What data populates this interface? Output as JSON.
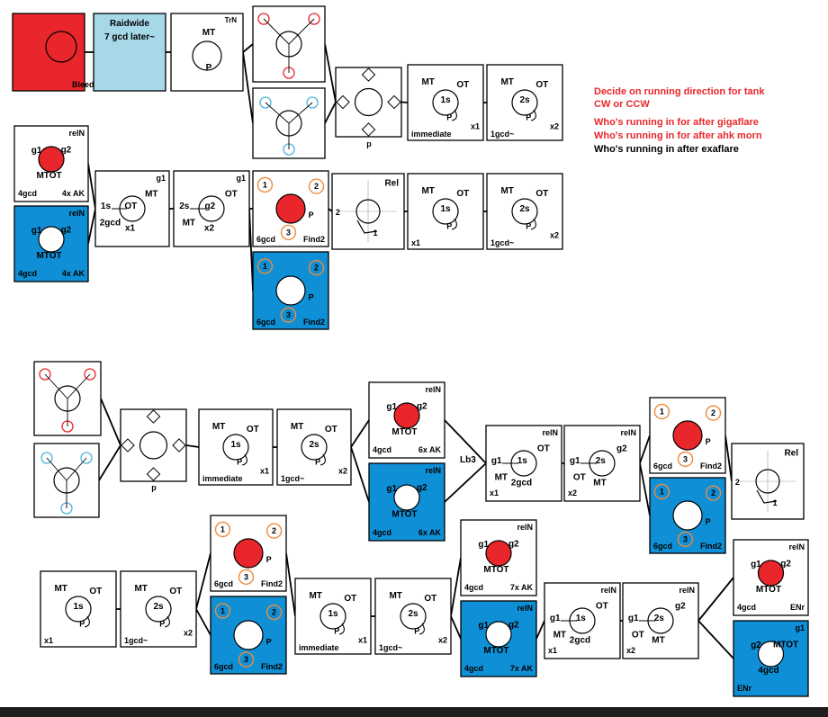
{
  "colors": {
    "red": "#e8262b",
    "blue": "#0f8fd6",
    "lightblue": "#a6d8e8",
    "orange": "#ee8b3a",
    "cyan": "#4fb2e0",
    "ink": "#000000",
    "white": "#ffffff"
  },
  "notes": [
    {
      "text": "Decide on running direction for tank",
      "color": "#e8262b"
    },
    {
      "text": "CW or CCW",
      "color": "#e8262b"
    },
    {
      "text": "Who's running in for after gigaflare",
      "color": "#e8262b"
    },
    {
      "text": "Who's running in for after ahk morn",
      "color": "#e8262b"
    },
    {
      "text": "Who's running in after exaflare",
      "color": "#000000"
    }
  ],
  "boxes": [
    {
      "id": "bleed",
      "kind": "bleed",
      "fill": "red",
      "labels": [
        {
          "t": "Bleed"
        }
      ]
    },
    {
      "id": "raidwide",
      "kind": "plain",
      "fill": "lightblue",
      "labels": [
        {
          "t": "Raidwide"
        },
        {
          "t": "7 gcd later~"
        }
      ]
    },
    {
      "id": "trn",
      "kind": "tether",
      "labels": [
        {
          "t": "TrN"
        },
        {
          "t": "MT"
        },
        {
          "t": "P"
        }
      ]
    },
    {
      "id": "exa-red-1",
      "kind": "exared"
    },
    {
      "id": "exa-blue-1",
      "kind": "exablue"
    },
    {
      "id": "p-1",
      "kind": "p",
      "labels": [
        {
          "t": "p"
        }
      ]
    },
    {
      "id": "imm-1",
      "kind": "timer",
      "labels": [
        {
          "t": "MT"
        },
        {
          "t": "OT"
        },
        {
          "t": "1s"
        },
        {
          "t": "P"
        },
        {
          "t": "immediate"
        },
        {
          "t": "x1"
        }
      ]
    },
    {
      "id": "gcd-1",
      "kind": "timer",
      "labels": [
        {
          "t": "MT"
        },
        {
          "t": "OT"
        },
        {
          "t": "2s"
        },
        {
          "t": "P"
        },
        {
          "t": "1gcd~"
        },
        {
          "t": "x2"
        }
      ]
    },
    {
      "id": "reln-red-1",
      "kind": "reln",
      "fill": "white",
      "labels": [
        {
          "t": "relN"
        },
        {
          "t": "g1"
        },
        {
          "t": "g2"
        },
        {
          "t": "MTOT"
        },
        {
          "t": "4gcd"
        },
        {
          "t": "4x AK"
        }
      ]
    },
    {
      "id": "reln-blue-1",
      "kind": "reln",
      "fill": "blue",
      "labels": [
        {
          "t": "relN"
        },
        {
          "t": "g1"
        },
        {
          "t": "g2"
        },
        {
          "t": "MTOT"
        },
        {
          "t": "4gcd"
        },
        {
          "t": "4x AK"
        }
      ]
    },
    {
      "id": "g1-1",
      "kind": "g",
      "labels": [
        {
          "t": "g1"
        },
        {
          "t": "1s"
        },
        {
          "t": "OT"
        },
        {
          "t": "MT"
        },
        {
          "t": "2gcd"
        },
        {
          "t": "x1"
        }
      ]
    },
    {
      "id": "g2-1",
      "kind": "g",
      "labels": [
        {
          "t": "g1"
        },
        {
          "t": "2s"
        },
        {
          "t": "g2"
        },
        {
          "t": "OT"
        },
        {
          "t": "MT"
        },
        {
          "t": "x2"
        }
      ]
    },
    {
      "id": "find-red-1",
      "kind": "find",
      "fill": "white",
      "labels": [
        {
          "t": "1"
        },
        {
          "t": "2"
        },
        {
          "t": "3"
        },
        {
          "t": "P"
        },
        {
          "t": "6gcd"
        },
        {
          "t": "Find2"
        }
      ]
    },
    {
      "id": "find-blue-1",
      "kind": "find",
      "fill": "blue",
      "labels": [
        {
          "t": "1"
        },
        {
          "t": "2"
        },
        {
          "t": "3"
        },
        {
          "t": "P"
        },
        {
          "t": "6gcd"
        },
        {
          "t": "Find2"
        }
      ]
    },
    {
      "id": "rel-1",
      "kind": "rel",
      "labels": [
        {
          "t": "Rel"
        },
        {
          "t": "2"
        },
        {
          "t": "1"
        }
      ]
    },
    {
      "id": "p1s-1",
      "kind": "timer",
      "labels": [
        {
          "t": "MT"
        },
        {
          "t": "OT"
        },
        {
          "t": "1s"
        },
        {
          "t": "P"
        },
        {
          "t": "x1"
        }
      ]
    },
    {
      "id": "p2s-1",
      "kind": "timer",
      "labels": [
        {
          "t": "MT"
        },
        {
          "t": "OT"
        },
        {
          "t": "2s"
        },
        {
          "t": "P"
        },
        {
          "t": "1gcd~"
        },
        {
          "t": "x2"
        }
      ]
    },
    {
      "id": "exa-red-2",
      "kind": "exared"
    },
    {
      "id": "exa-blue-2",
      "kind": "exablue"
    },
    {
      "id": "p-2",
      "kind": "p",
      "labels": [
        {
          "t": "p"
        }
      ]
    },
    {
      "id": "imm-2",
      "kind": "timer",
      "labels": [
        {
          "t": "MT"
        },
        {
          "t": "OT"
        },
        {
          "t": "1s"
        },
        {
          "t": "P"
        },
        {
          "t": "immediate"
        },
        {
          "t": "x1"
        }
      ]
    },
    {
      "id": "gcd-2",
      "kind": "timer",
      "labels": [
        {
          "t": "MT"
        },
        {
          "t": "OT"
        },
        {
          "t": "2s"
        },
        {
          "t": "P"
        },
        {
          "t": "1gcd~"
        },
        {
          "t": "x2"
        }
      ]
    },
    {
      "id": "reln-red-2",
      "kind": "reln",
      "fill": "white",
      "labels": [
        {
          "t": "relN"
        },
        {
          "t": "g1"
        },
        {
          "t": "g2"
        },
        {
          "t": "MTOT"
        },
        {
          "t": "4gcd"
        },
        {
          "t": "6x AK"
        }
      ]
    },
    {
      "id": "reln-blue-2",
      "kind": "reln",
      "fill": "blue",
      "labels": [
        {
          "t": "relN"
        },
        {
          "t": "g1"
        },
        {
          "t": "g2"
        },
        {
          "t": "MTOT"
        },
        {
          "t": "4gcd"
        },
        {
          "t": "6x AK"
        }
      ]
    },
    {
      "id": "g1-2",
      "kind": "g",
      "labels": [
        {
          "t": "relN"
        },
        {
          "t": "g1"
        },
        {
          "t": "1s"
        },
        {
          "t": "OT"
        },
        {
          "t": "MT"
        },
        {
          "t": "2gcd"
        },
        {
          "t": "x1"
        }
      ]
    },
    {
      "id": "g2-2",
      "kind": "g",
      "labels": [
        {
          "t": "relN"
        },
        {
          "t": "g1"
        },
        {
          "t": "2s"
        },
        {
          "t": "g2"
        },
        {
          "t": "OT"
        },
        {
          "t": "MT"
        },
        {
          "t": "x2"
        }
      ]
    },
    {
      "id": "find-red-2",
      "kind": "find",
      "fill": "white",
      "labels": [
        {
          "t": "1"
        },
        {
          "t": "2"
        },
        {
          "t": "3"
        },
        {
          "t": "P"
        },
        {
          "t": "6gcd"
        },
        {
          "t": "Find2"
        }
      ]
    },
    {
      "id": "find-blue-2",
      "kind": "find",
      "fill": "blue",
      "labels": [
        {
          "t": "1"
        },
        {
          "t": "2"
        },
        {
          "t": "3"
        },
        {
          "t": "P"
        },
        {
          "t": "6gcd"
        },
        {
          "t": "Find2"
        }
      ]
    },
    {
      "id": "rel-2",
      "kind": "rel",
      "labels": [
        {
          "t": "Rel"
        },
        {
          "t": "2"
        },
        {
          "t": "1"
        }
      ]
    },
    {
      "id": "p1s-2",
      "kind": "timer",
      "labels": [
        {
          "t": "MT"
        },
        {
          "t": "OT"
        },
        {
          "t": "1s"
        },
        {
          "t": "P"
        },
        {
          "t": "x1"
        }
      ]
    },
    {
      "id": "p2s-2",
      "kind": "timer",
      "labels": [
        {
          "t": "MT"
        },
        {
          "t": "OT"
        },
        {
          "t": "2s"
        },
        {
          "t": "P"
        },
        {
          "t": "1gcd~"
        },
        {
          "t": "x2"
        }
      ]
    },
    {
      "id": "find-red-3",
      "kind": "find",
      "fill": "white",
      "labels": [
        {
          "t": "1"
        },
        {
          "t": "2"
        },
        {
          "t": "3"
        },
        {
          "t": "P"
        },
        {
          "t": "6gcd"
        },
        {
          "t": "Find2"
        }
      ]
    },
    {
      "id": "find-blue-3",
      "kind": "find",
      "fill": "blue",
      "labels": [
        {
          "t": "1"
        },
        {
          "t": "2"
        },
        {
          "t": "3"
        },
        {
          "t": "P"
        },
        {
          "t": "6gcd"
        },
        {
          "t": "Find2"
        }
      ]
    },
    {
      "id": "imm-3",
      "kind": "timer",
      "labels": [
        {
          "t": "MT"
        },
        {
          "t": "OT"
        },
        {
          "t": "1s"
        },
        {
          "t": "P"
        },
        {
          "t": "immediate"
        },
        {
          "t": "x1"
        }
      ]
    },
    {
      "id": "gcd-3",
      "kind": "timer",
      "labels": [
        {
          "t": "MT"
        },
        {
          "t": "OT"
        },
        {
          "t": "2s"
        },
        {
          "t": "P"
        },
        {
          "t": "1gcd~"
        },
        {
          "t": "x2"
        }
      ]
    },
    {
      "id": "reln-red-3",
      "kind": "reln",
      "fill": "white",
      "labels": [
        {
          "t": "relN"
        },
        {
          "t": "g1"
        },
        {
          "t": "g2"
        },
        {
          "t": "MTOT"
        },
        {
          "t": "4gcd"
        },
        {
          "t": "7x AK"
        }
      ]
    },
    {
      "id": "reln-blue-3",
      "kind": "reln",
      "fill": "blue",
      "labels": [
        {
          "t": "relN"
        },
        {
          "t": "g1"
        },
        {
          "t": "g2"
        },
        {
          "t": "MTOT"
        },
        {
          "t": "4gcd"
        },
        {
          "t": "7x AK"
        }
      ]
    },
    {
      "id": "g1-3",
      "kind": "g",
      "labels": [
        {
          "t": "relN"
        },
        {
          "t": "g1"
        },
        {
          "t": "1s"
        },
        {
          "t": "OT"
        },
        {
          "t": "MT"
        },
        {
          "t": "2gcd"
        },
        {
          "t": "x1"
        }
      ]
    },
    {
      "id": "g2-3",
      "kind": "g",
      "labels": [
        {
          "t": "relN"
        },
        {
          "t": "g1"
        },
        {
          "t": "2s"
        },
        {
          "t": "g2"
        },
        {
          "t": "OT"
        },
        {
          "t": "MT"
        },
        {
          "t": "x2"
        }
      ]
    },
    {
      "id": "reln-red-4",
      "kind": "reln",
      "fill": "white",
      "labels": [
        {
          "t": "relN"
        },
        {
          "t": "g1"
        },
        {
          "t": "g2"
        },
        {
          "t": "MTOT"
        },
        {
          "t": "4gcd"
        },
        {
          "t": "ENr"
        }
      ]
    },
    {
      "id": "reln-blue-4",
      "kind": "reln",
      "fill": "blue",
      "labels": [
        {
          "t": "g1"
        },
        {
          "t": "g2"
        },
        {
          "t": "MTOT"
        },
        {
          "t": "4gcd"
        },
        {
          "t": "ENr"
        }
      ]
    }
  ],
  "free_labels": [
    {
      "t": "Lb3"
    }
  ]
}
